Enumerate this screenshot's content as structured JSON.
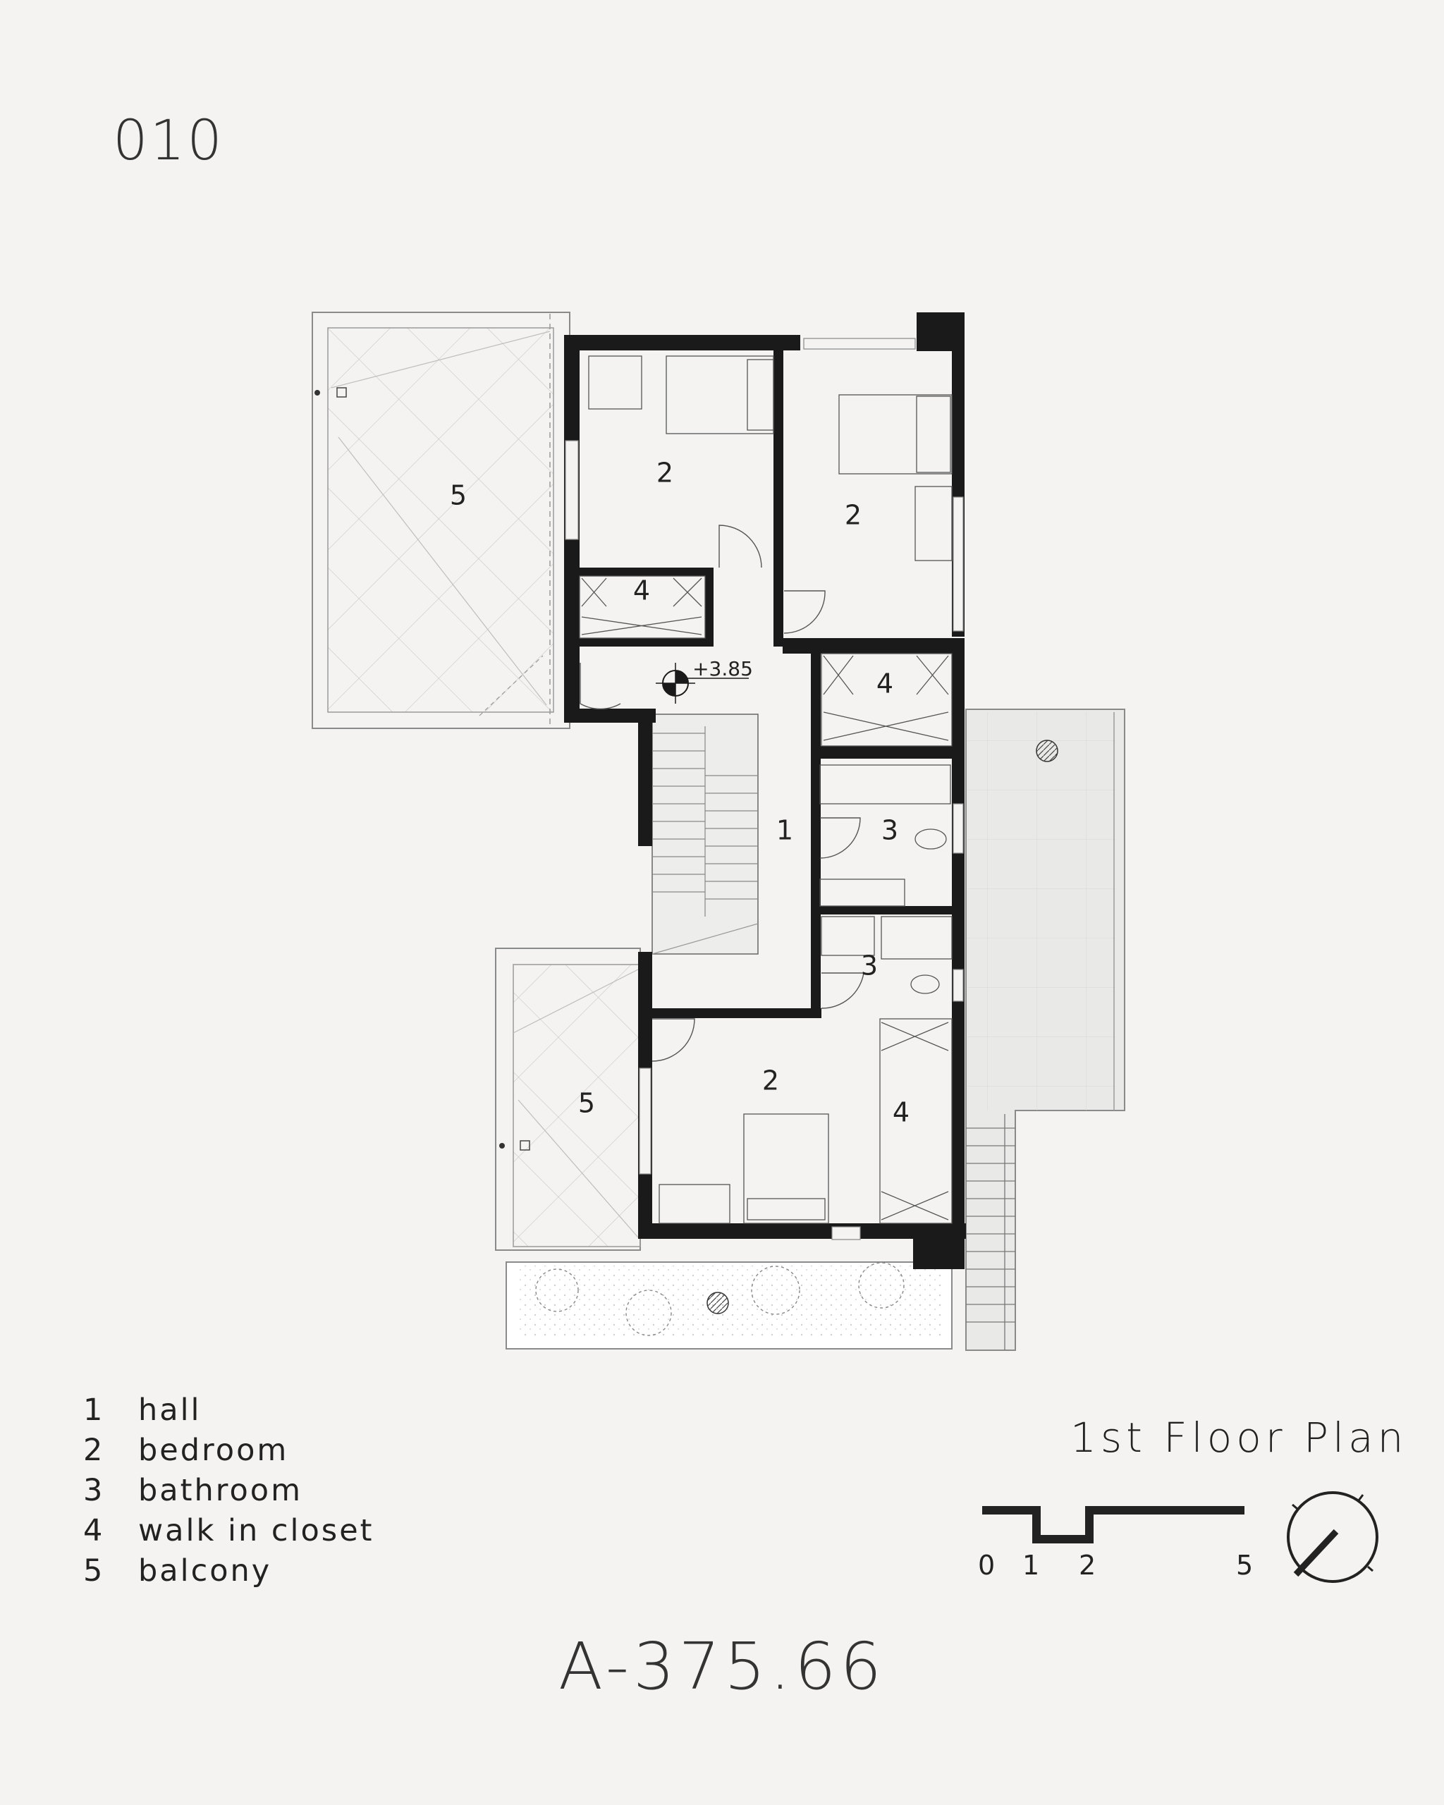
{
  "sheet": {
    "number": "010",
    "code": "A-375.66",
    "title": "1st Floor Plan"
  },
  "legend": [
    {
      "num": "1",
      "label": "hall"
    },
    {
      "num": "2",
      "label": "bedroom"
    },
    {
      "num": "3",
      "label": "bathroom"
    },
    {
      "num": "4",
      "label": "walk in closet"
    },
    {
      "num": "5",
      "label": "balcony"
    }
  ],
  "rooms": {
    "hall": "1",
    "bedroom_nw": "2",
    "bedroom_ne": "2",
    "bedroom_s": "2",
    "closet_w": "4",
    "closet_e": "4",
    "closet_s": "4",
    "bath_1": "3",
    "bath_2": "3",
    "balcony_n": "5",
    "balcony_s": "5"
  },
  "level_marker": "+3.85",
  "scale_bar": {
    "labels": [
      "0",
      "1",
      "2",
      "5"
    ]
  },
  "colors": {
    "background": "#f4f3f1",
    "wall": "#1a1a1a",
    "line": "#555555",
    "terrace": "#e8e8e6"
  }
}
